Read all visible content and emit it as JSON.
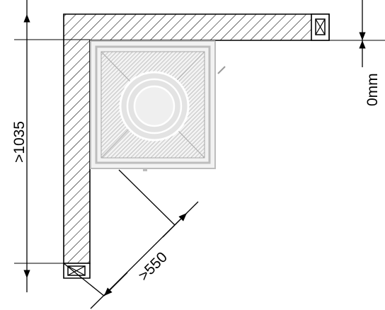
{
  "dimensions": {
    "height_label": ">1035",
    "offset_label": "0mm",
    "clearance_label": ">550"
  },
  "colors": {
    "line": "#000000",
    "hatch": "#000000",
    "stove_fill": "#d4d4d4",
    "stove_hatch": "#9a9a9a",
    "stove_frame": "#bdbdbd",
    "background": "#ffffff"
  },
  "icons": [
    "wall-end-cross-icon",
    "wall-end-cross-icon",
    "dimension-arrow-icon"
  ]
}
